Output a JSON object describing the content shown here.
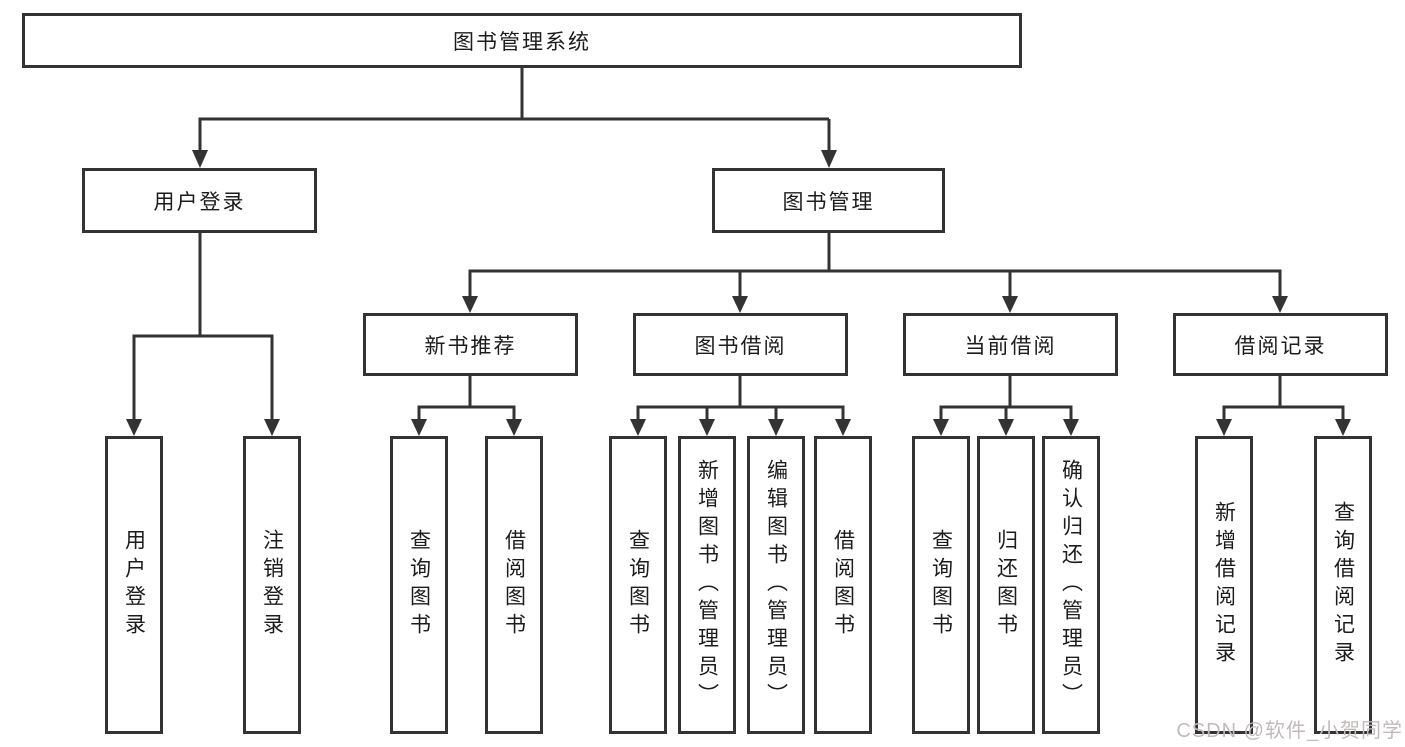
{
  "diagram": {
    "title": "图书管理系统",
    "level2": [
      {
        "label": "用户登录"
      },
      {
        "label": "图书管理"
      }
    ],
    "level3": [
      {
        "label": "新书推荐"
      },
      {
        "label": "图书借阅"
      },
      {
        "label": "当前借阅"
      },
      {
        "label": "借阅记录"
      }
    ],
    "leaves": {
      "user_login": [
        {
          "label": "用户登录"
        },
        {
          "label": "注销登录"
        }
      ],
      "new_books": [
        {
          "label": "查询图书"
        },
        {
          "label": "借阅图书"
        }
      ],
      "book_borrowing": [
        {
          "label": "查询图书"
        },
        {
          "label": "新增图书（管理员）"
        },
        {
          "label": "编辑图书（管理员）"
        },
        {
          "label": "借阅图书"
        }
      ],
      "current_borrowing": [
        {
          "label": "查询图书"
        },
        {
          "label": "归还图书"
        },
        {
          "label": "确认归还（管理员）"
        }
      ],
      "borrow_records": [
        {
          "label": "新增借阅记录"
        },
        {
          "label": "查询借阅记录"
        }
      ]
    },
    "colors": {
      "line": "#333333",
      "text": "#1c1c1c",
      "background": "#ffffff",
      "watermark": "#c2baba"
    },
    "watermark": "CSDN @软件_小贺同学"
  }
}
